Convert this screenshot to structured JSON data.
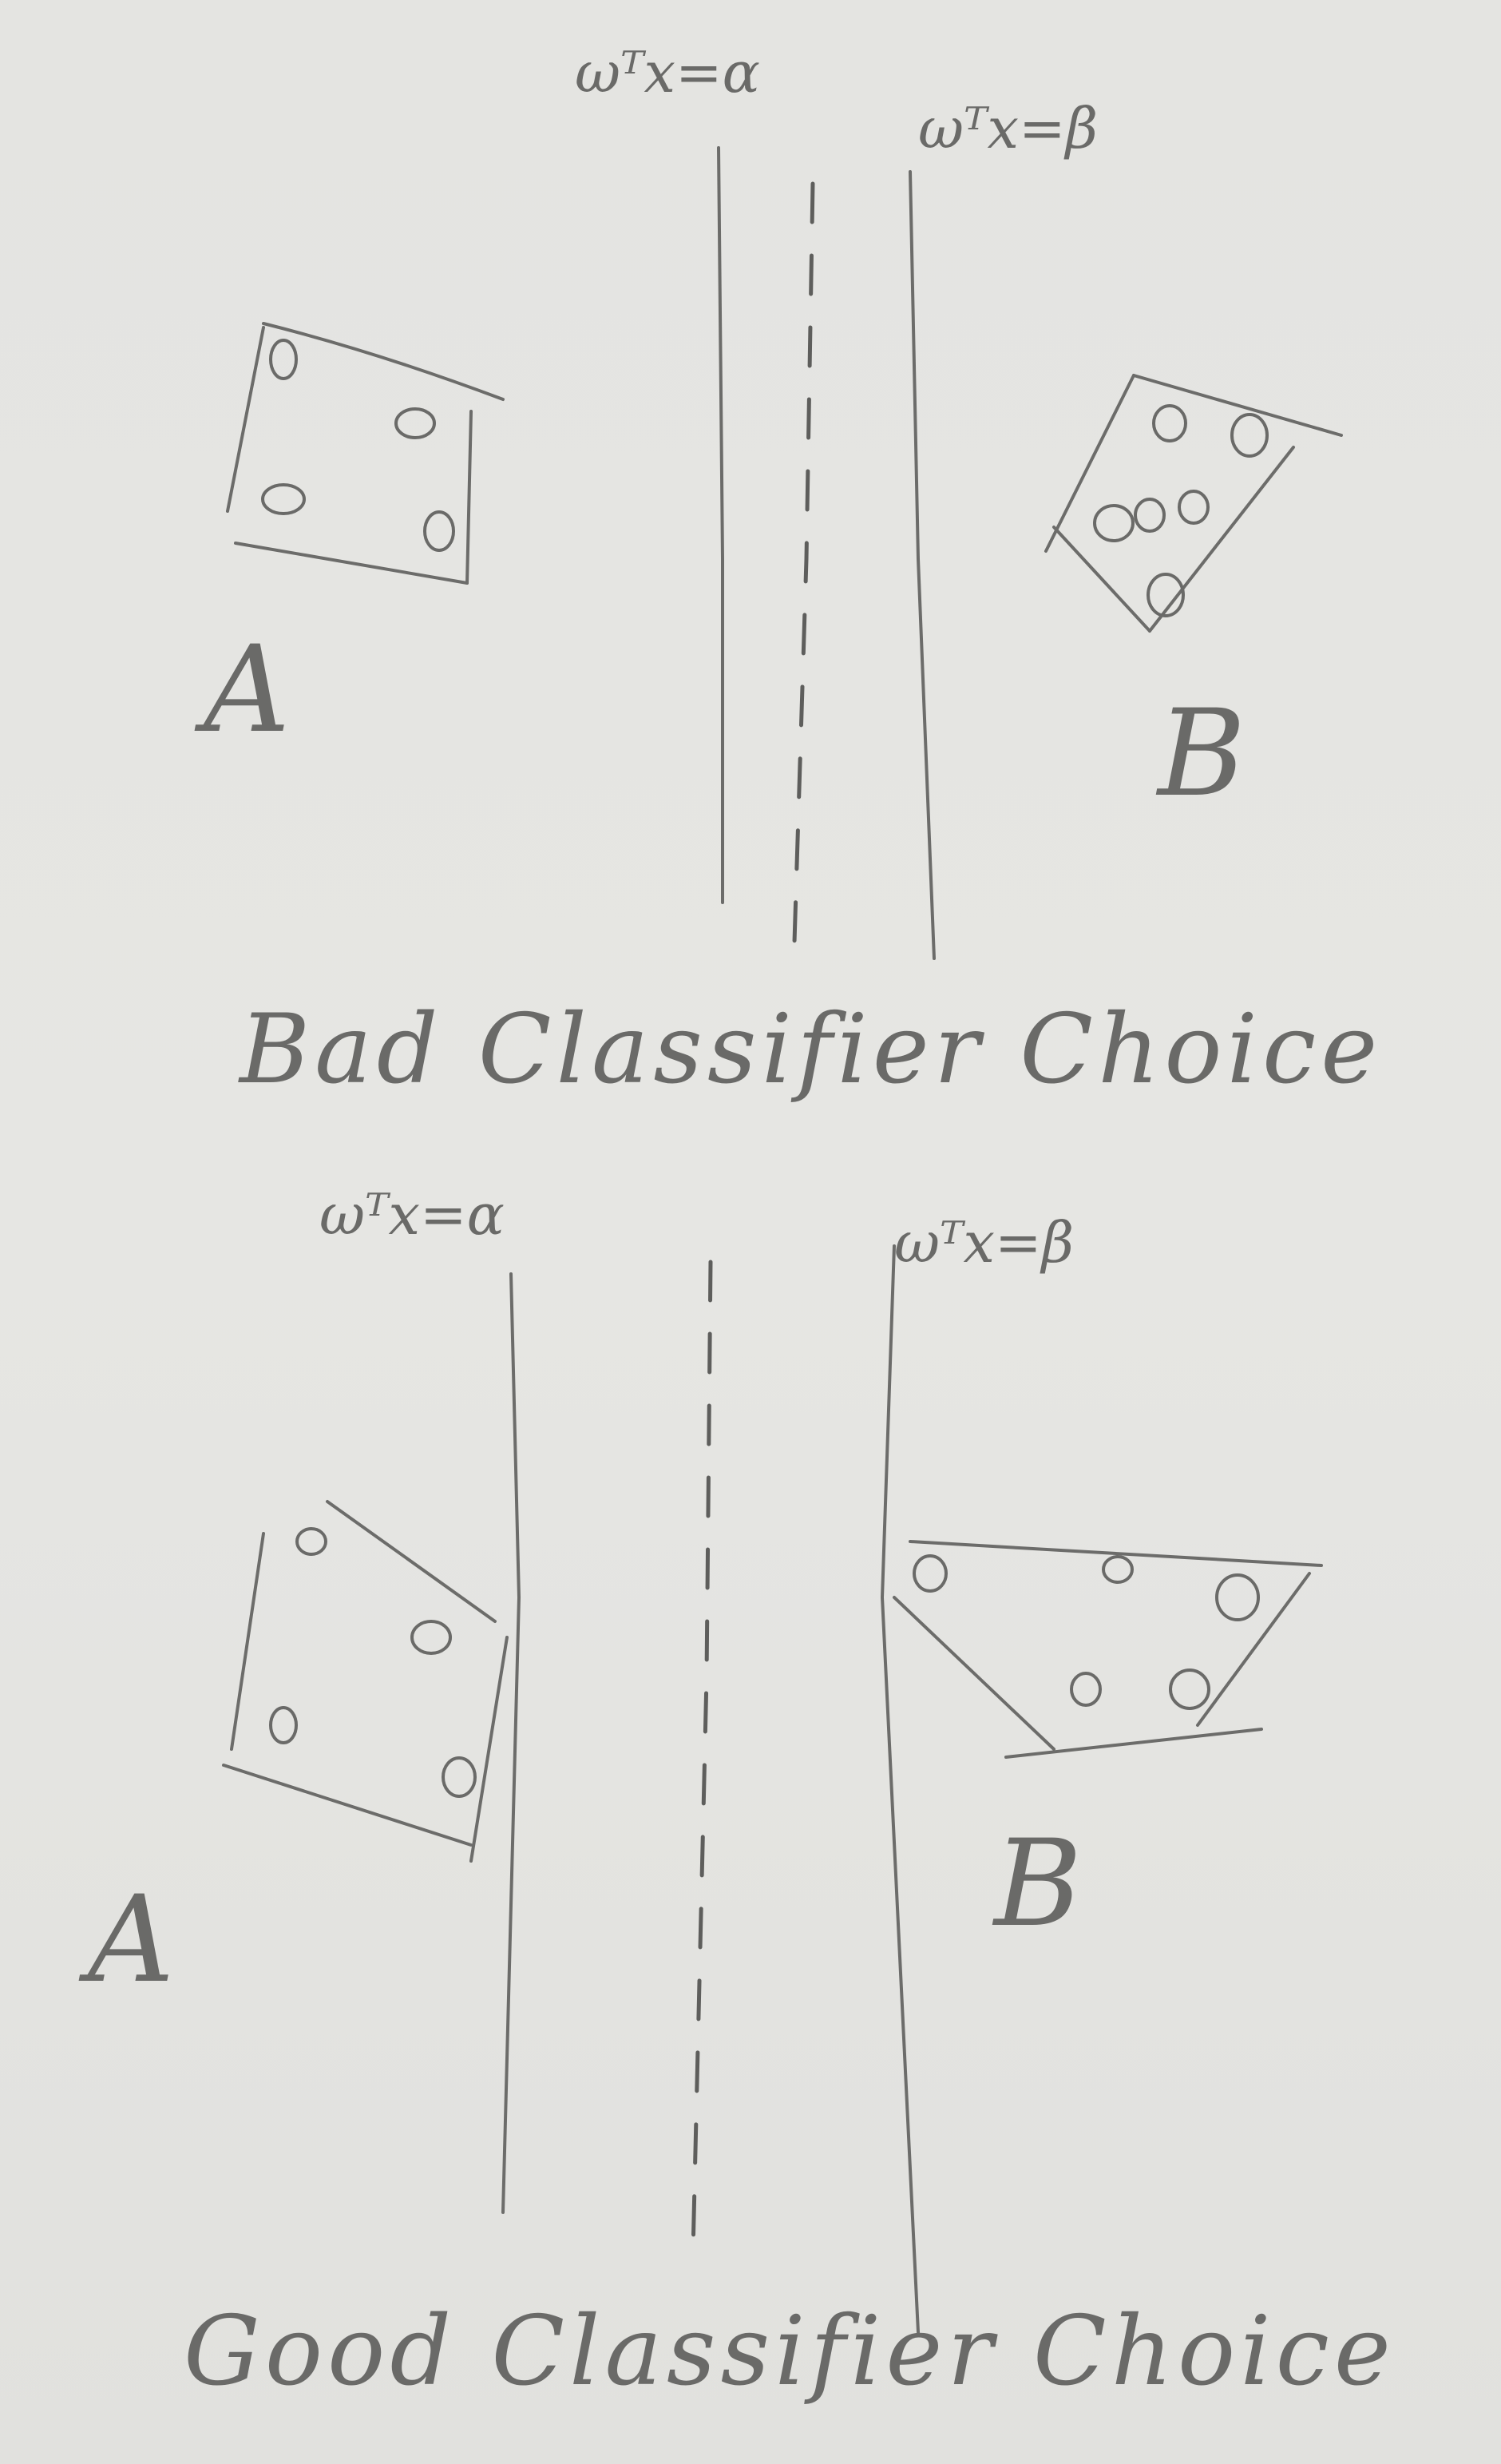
{
  "top_panel": {
    "boundary_alpha": "ωᵀx=α",
    "boundary_beta": "ωᵀx=β",
    "class_a": "A",
    "class_b": "B",
    "caption": "Bad Classifier Choice"
  },
  "bottom_panel": {
    "boundary_alpha": "ωᵀx=α",
    "boundary_beta": "ωᵀx=β",
    "class_a": "A",
    "class_b": "B",
    "caption": "Good Classifier Choice"
  }
}
